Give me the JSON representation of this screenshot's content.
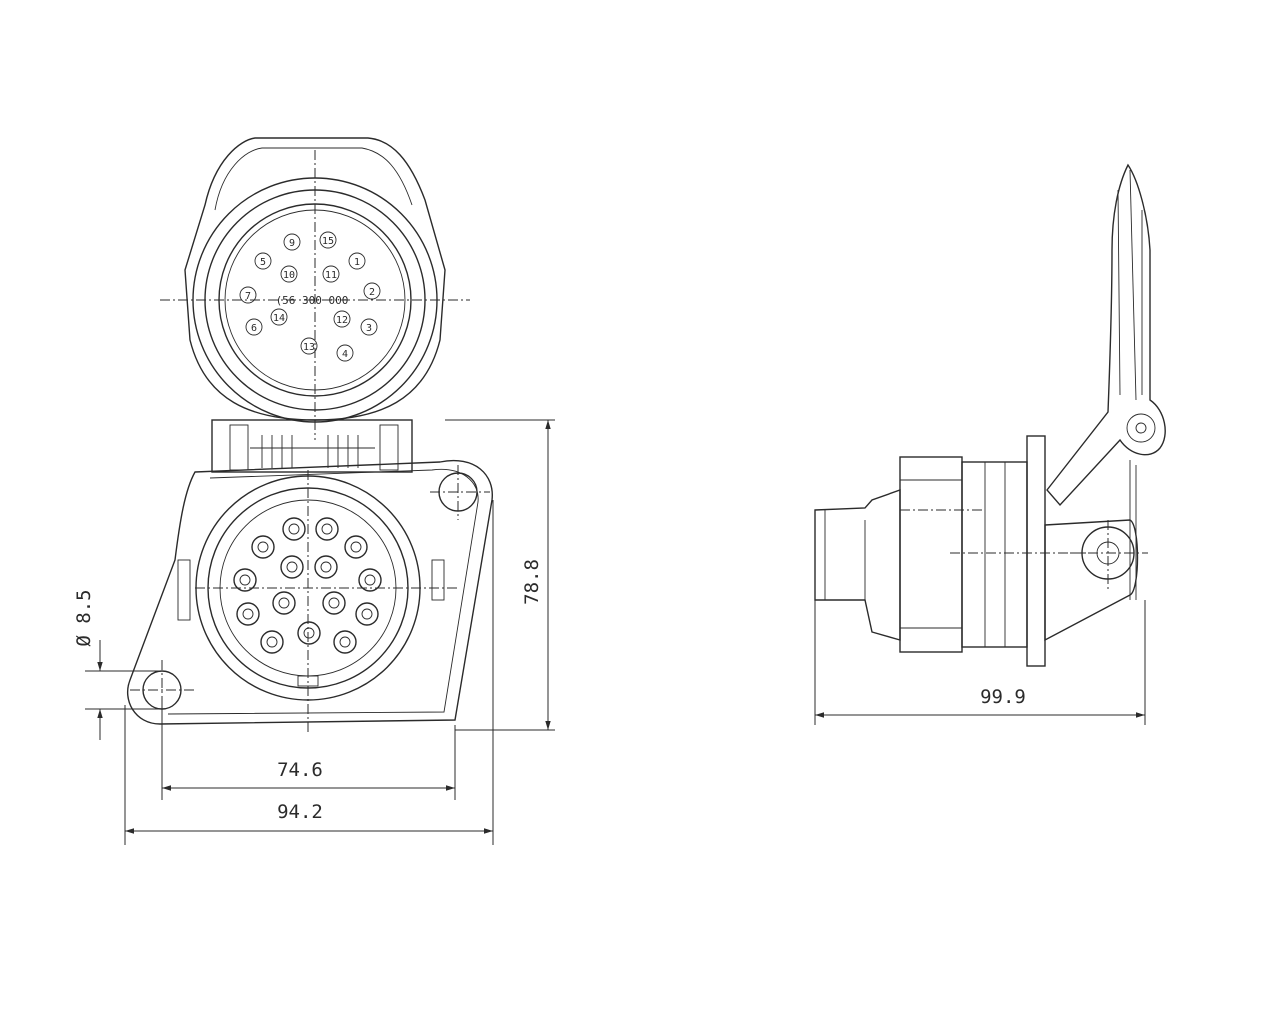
{
  "drawing": {
    "part_number_label": "(56 300 000",
    "front_view": {
      "pin_labels": [
        "9",
        "15",
        "5",
        "1",
        "10",
        "11",
        "2",
        "7",
        "14",
        "12",
        "6",
        "3",
        "13",
        "4"
      ]
    },
    "dimensions": {
      "hole_diameter": "Ø 8.5",
      "height": "78.8",
      "width_inner": "74.6",
      "width_outer": "94.2",
      "depth": "99.9"
    }
  }
}
